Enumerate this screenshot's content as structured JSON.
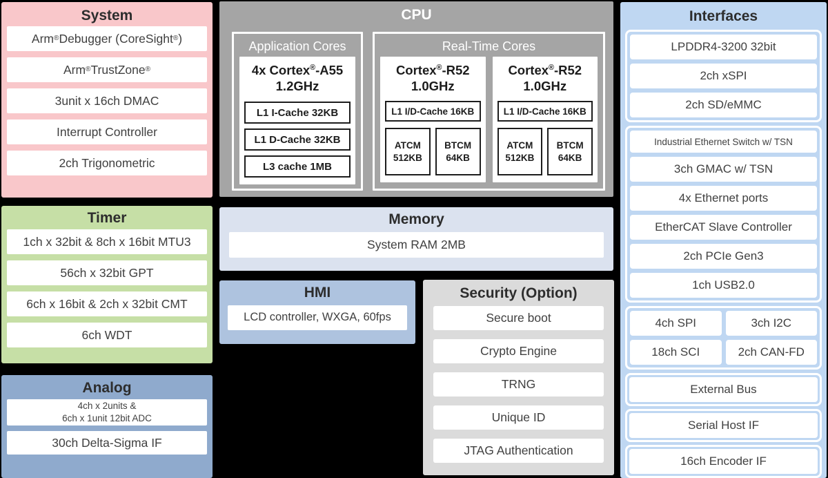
{
  "palette": {
    "page_bg": "#000000",
    "item_text": "#404040",
    "header_text": "#2d2d2d",
    "system_bg": "#f9c7ca",
    "timer_bg": "#c6dfa6",
    "analog_bg": "#8faacd",
    "cpu_bg": "#a5a5a5",
    "memory_bg": "#dbe2ef",
    "hmi_bg": "#aec3df",
    "security_bg": "#dbdbdb",
    "interfaces_bg": "#bfd7f2"
  },
  "system": {
    "title": "System",
    "items": [
      "Arm® Debugger (CoreSight®)",
      "Arm® TrustZone®",
      "3unit x 16ch DMAC",
      "Interrupt Controller",
      "2ch Trigonometric"
    ]
  },
  "timer": {
    "title": "Timer",
    "items": [
      "1ch x 32bit & 8ch x 16bit MTU3",
      "56ch x 32bit GPT",
      "6ch x 16bit & 2ch x 32bit CMT",
      "6ch WDT"
    ]
  },
  "analog": {
    "title": "Analog",
    "items": [
      "4ch x 2units &\n6ch x 1unit 12bit ADC",
      "30ch Delta-Sigma IF"
    ]
  },
  "cpu": {
    "title": "CPU",
    "application_cores": {
      "title": "Application Cores",
      "core_name": "4x Cortex®-A55",
      "core_freq": "1.2GHz",
      "caches": [
        "L1 I-Cache 32KB",
        "L1 D-Cache 32KB",
        "L3 cache 1MB"
      ]
    },
    "realtime_cores": {
      "title": "Real-Time Cores",
      "cores": [
        {
          "name": "Cortex®-R52",
          "freq": "1.0GHz",
          "cache": "L1 I/D-Cache 16KB",
          "atcm": "ATCM\n512KB",
          "btcm": "BTCM\n64KB"
        },
        {
          "name": "Cortex®-R52",
          "freq": "1.0GHz",
          "cache": "L1 I/D-Cache 16KB",
          "atcm": "ATCM\n512KB",
          "btcm": "BTCM\n64KB"
        }
      ]
    }
  },
  "memory": {
    "title": "Memory",
    "items": [
      "System RAM 2MB"
    ]
  },
  "hmi": {
    "title": "HMI",
    "items": [
      "LCD controller, WXGA, 60fps"
    ]
  },
  "security": {
    "title": "Security (Option)",
    "items": [
      "Secure boot",
      "Crypto Engine",
      "TRNG",
      "Unique ID",
      "JTAG Authentication"
    ]
  },
  "interfaces": {
    "title": "Interfaces",
    "group_memory_if": [
      "LPDDR4-3200 32bit",
      "2ch xSPI",
      "2ch SD/eMMC"
    ],
    "group_network": [
      "Industrial Ethernet Switch w/ TSN",
      "3ch GMAC w/ TSN",
      "4x Ethernet ports",
      "EtherCAT Slave Controller",
      "2ch PCIe Gen3",
      "1ch USB2.0"
    ],
    "group_serial": [
      "4ch SPI",
      "3ch I2C",
      "18ch SCI",
      "2ch CAN-FD"
    ],
    "group_external_bus": [
      "External Bus"
    ],
    "group_serial_host": [
      "Serial Host IF"
    ],
    "group_encoder": [
      "16ch Encoder IF"
    ]
  }
}
